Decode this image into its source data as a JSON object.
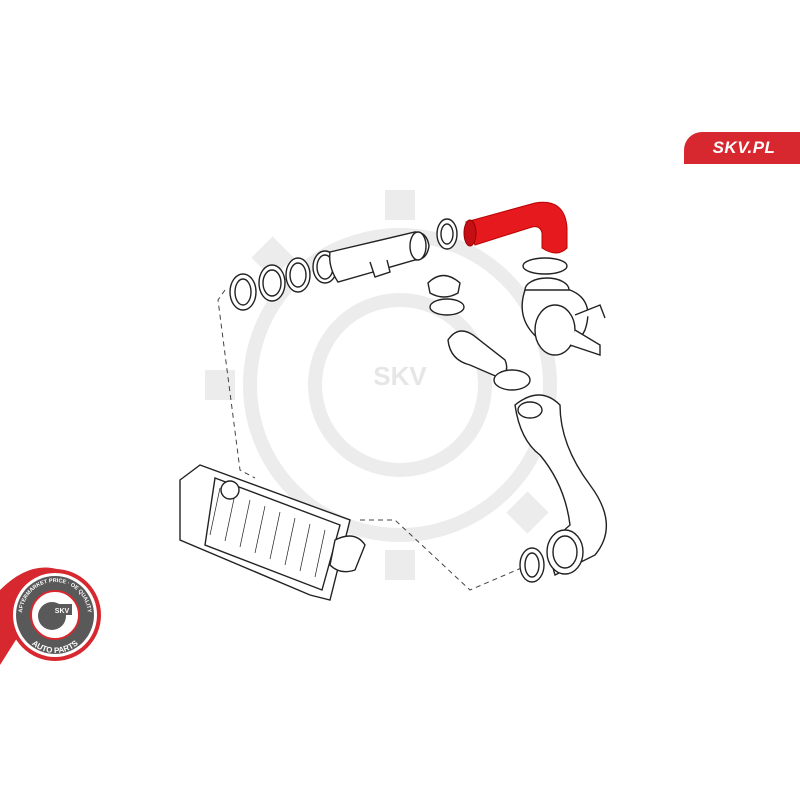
{
  "brand": {
    "label": "SKV.PL",
    "color": "#d7282f"
  },
  "badge": {
    "top_text": "AFTERMARKET PRICE · OE QUALITY",
    "bottom_text": "AUTO PARTS",
    "center_text": "SKV"
  },
  "watermark": {
    "text": "SKV"
  },
  "highlight_color": "#e5191e"
}
